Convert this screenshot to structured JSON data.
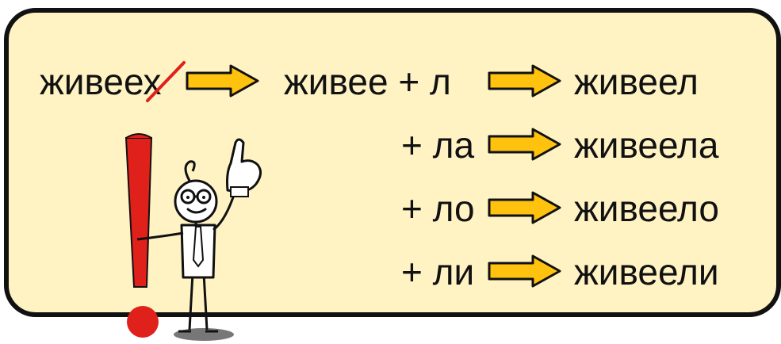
{
  "rule": {
    "source_word": "живеех",
    "stem_word": "живее + л",
    "rows": [
      {
        "suffix": "+ ла",
        "result": "живеела"
      },
      {
        "suffix": "+ ло",
        "result": "живеело"
      },
      {
        "suffix": "+ ли",
        "result": "живеели"
      }
    ],
    "first_result": "живеел"
  },
  "colors": {
    "panel": "#fff3c4",
    "arrow_fill": "#ffc20e",
    "strike": "#e0201b",
    "exclamation": "#e0201b"
  },
  "icons": [
    "right-arrow-icon",
    "strikethrough-mark",
    "exclamation-mark-icon",
    "pointing-man-illustration"
  ]
}
